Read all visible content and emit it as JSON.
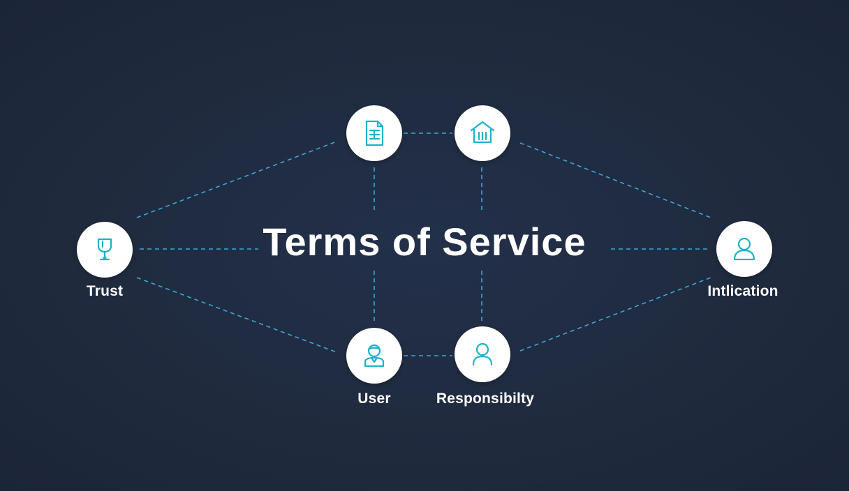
{
  "title": "Terms of Service",
  "colors": {
    "background": "#1f2b3e",
    "connector": "#3aa8d8",
    "icon": "#1bb3c9",
    "node_fill": "#ffffff",
    "text": "#ffffff"
  },
  "nodes": [
    {
      "id": "trust",
      "label": "Trust",
      "icon": "award-cup-icon"
    },
    {
      "id": "document",
      "label": "",
      "icon": "document-icon"
    },
    {
      "id": "building",
      "label": "",
      "icon": "bank-building-icon"
    },
    {
      "id": "intlication",
      "label": "Intlication",
      "icon": "person-icon"
    },
    {
      "id": "user",
      "label": "User",
      "icon": "user-avatar-icon"
    },
    {
      "id": "responsibility",
      "label": "Responsibilty",
      "icon": "person-outline-icon"
    }
  ]
}
